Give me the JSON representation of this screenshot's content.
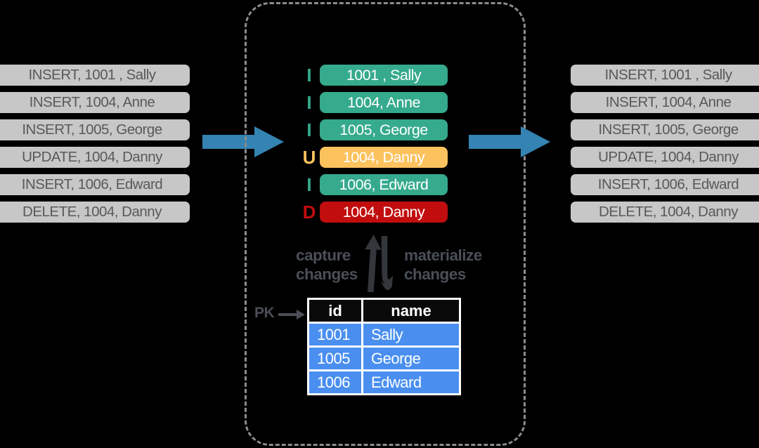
{
  "colors": {
    "background": "#000000",
    "log_pill_bg": "#c7c7c7",
    "log_pill_text": "#58595b",
    "insert_green": "#35aa8c",
    "update_yellow": "#fcc25e",
    "delete_red": "#c20d0e",
    "event_text": "#ffffff",
    "flow_arrow_blue": "#3483b2",
    "dashed_border": "#8c8c8c",
    "annotation_text": "#4a4e57",
    "sync_arrow": "#33363a",
    "table_header_bg": "#0a0a0a",
    "table_row_blue": "#4a8ff0",
    "table_text": "#ffffff",
    "table_frame": "#ffffff"
  },
  "source_log": {
    "rows": [
      "INSERT, 1001 , Sally",
      "INSERT, 1004, Anne",
      "INSERT, 1005, George",
      "UPDATE, 1004, Danny",
      "INSERT, 1006, Edward",
      "DELETE, 1004, Danny"
    ]
  },
  "change_stream": {
    "events": [
      {
        "op": "I",
        "value": "1001 , Sally",
        "type": "insert"
      },
      {
        "op": "I",
        "value": "1004, Anne",
        "type": "insert"
      },
      {
        "op": "I",
        "value": "1005, George",
        "type": "insert"
      },
      {
        "op": "U",
        "value": "1004, Danny",
        "type": "update"
      },
      {
        "op": "I",
        "value": "1006, Edward",
        "type": "insert"
      },
      {
        "op": "D",
        "value": "1004, Danny",
        "type": "delete"
      }
    ]
  },
  "sink_log": {
    "rows": [
      "INSERT, 1001 , Sally",
      "INSERT, 1004, Anne",
      "INSERT, 1005, George",
      "UPDATE, 1004, Danny",
      "INSERT, 1006, Edward",
      "DELETE, 1004, Danny"
    ]
  },
  "annotations": {
    "capture": "capture changes",
    "materialize": "materialize changes",
    "pk_label": "PK"
  },
  "materialized_table": {
    "headers": [
      "id",
      "name"
    ],
    "rows": [
      [
        "1001",
        "Sally"
      ],
      [
        "1005",
        "George"
      ],
      [
        "1006",
        "Edward"
      ]
    ]
  }
}
